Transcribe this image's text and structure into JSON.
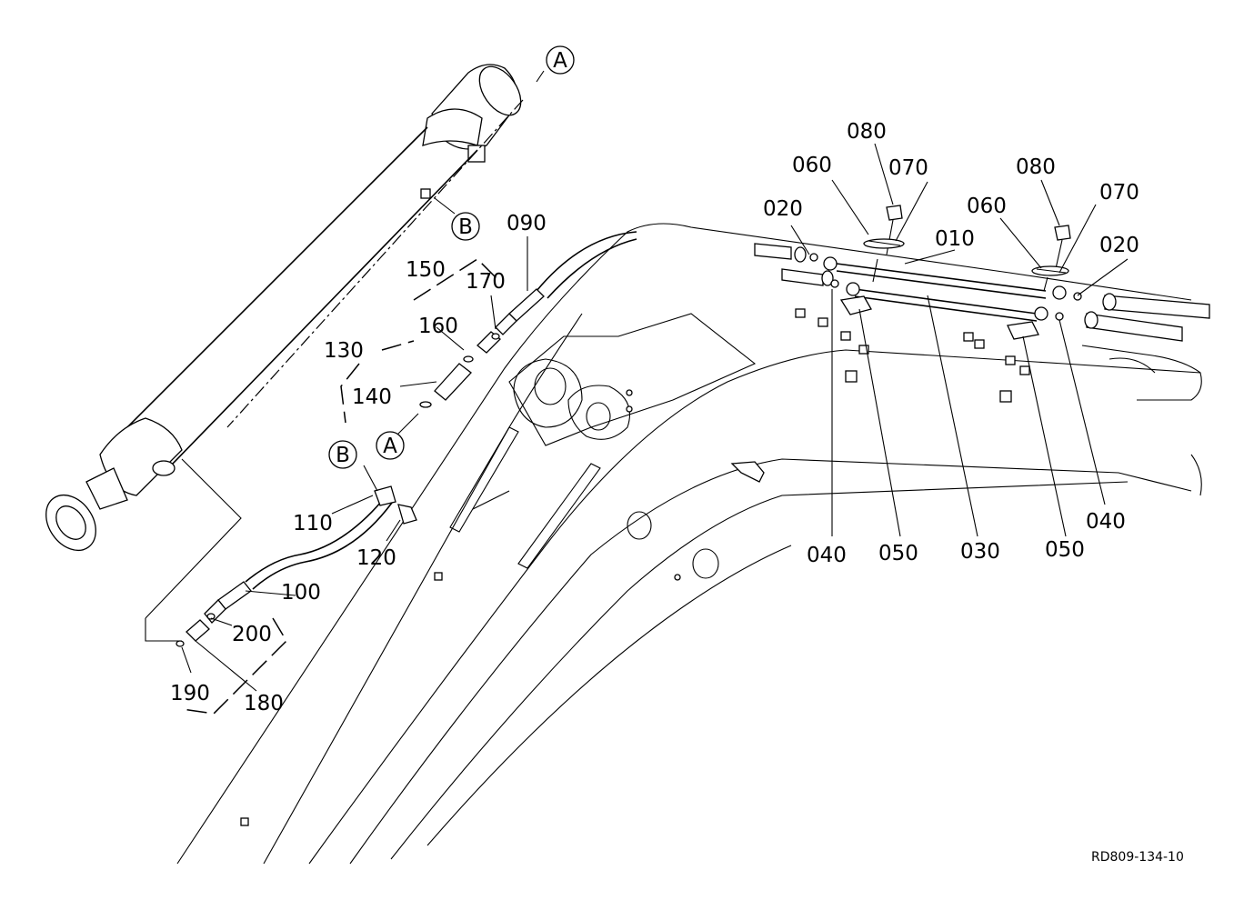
{
  "document_id": "RD809-134-10",
  "callouts": {
    "ref_a": "A",
    "ref_b": "B"
  },
  "part_labels": {
    "p010": "010",
    "p020": "020",
    "p030": "030",
    "p040": "040",
    "p050": "050",
    "p060": "060",
    "p070": "070",
    "p080": "080",
    "p090": "090",
    "p100": "100",
    "p110": "110",
    "p120": "120",
    "p130": "130",
    "p140": "140",
    "p150": "150",
    "p160": "160",
    "p170": "170",
    "p180": "180",
    "p190": "190",
    "p200": "200"
  }
}
